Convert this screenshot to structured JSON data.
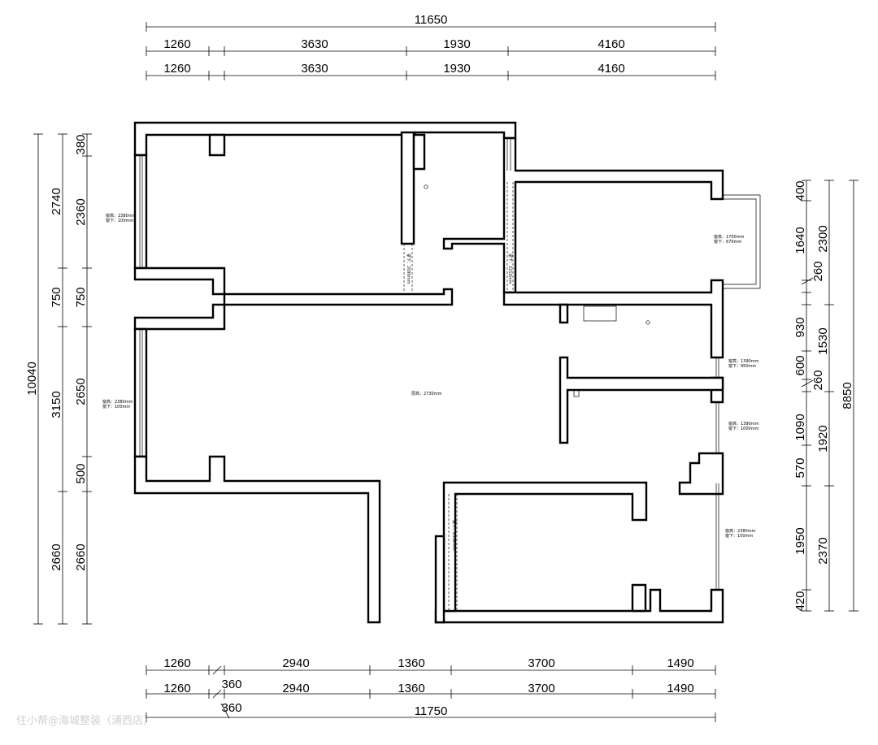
{
  "dimensions": {
    "top_total": "11650",
    "top_row1": [
      "1260",
      "3630",
      "1930",
      "4160"
    ],
    "top_row2": [
      "1260",
      "3630",
      "1930",
      "4160"
    ],
    "bottom_row1": [
      "1260",
      "360",
      "2940",
      "1360",
      "3700",
      "1490"
    ],
    "bottom_row2": [
      "1260",
      "360",
      "2940",
      "1360",
      "3700",
      "1490"
    ],
    "bottom_extra": "360",
    "bottom_total": "11750",
    "left_total": "10040",
    "left_outer": [
      "2740",
      "750",
      "3150",
      "2660"
    ],
    "left_inner": [
      "380",
      "2360",
      "750",
      "2650",
      "500",
      "2660"
    ],
    "right_inner": [
      "400",
      "1640",
      "260",
      "930",
      "600",
      "260",
      "1090",
      "570",
      "1950",
      "420"
    ],
    "right_mid": [
      "2300",
      "1530",
      "1920",
      "2370"
    ],
    "right_total": "8850"
  },
  "notes": {
    "win_left_top_1": "窗高：2380mm",
    "win_left_top_2": "窗下：100mm",
    "win_left_mid_1": "窗高：2380mm",
    "win_left_mid_2": "窗下：100mm",
    "win_right_top_1": "窗高：1700mm",
    "win_right_top_2": "窗下：670mm",
    "win_right_a_1": "窗高：1390mm",
    "win_right_a_2": "窗下：950mm",
    "win_right_b_1": "窗高：1390mm",
    "win_right_b_2": "窗下：1000mm",
    "win_right_bottom_1": "窗高：2380mm",
    "win_right_bottom_2": "窗下：100mm",
    "ceiling": "层高：2730mm",
    "beam_1": "梁下：2090mm",
    "beam_2": "梁下：2210mm",
    "beam_3": "梁下：2350mm"
  },
  "watermark": "住小帮@海城整装（浦西店）"
}
